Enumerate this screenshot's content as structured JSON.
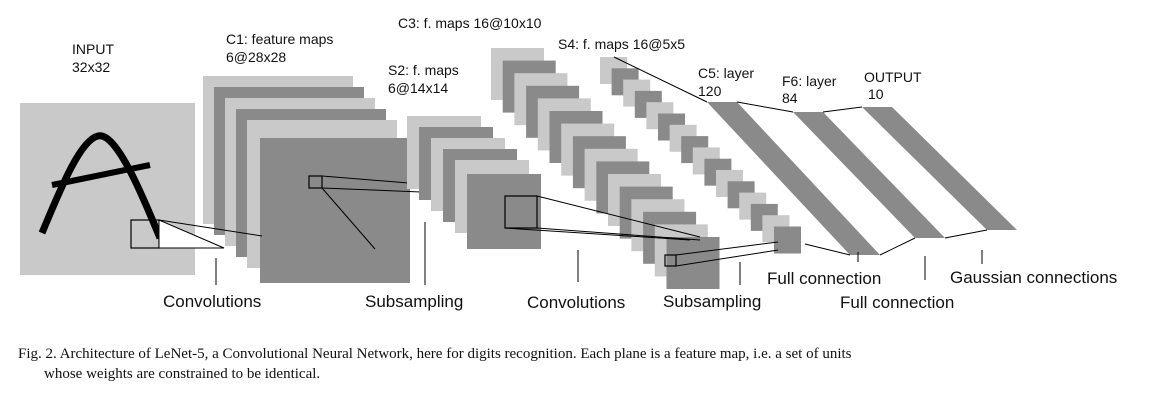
{
  "layers": {
    "input": {
      "name": "INPUT",
      "size": "32x32"
    },
    "c1": {
      "name": "C1: feature maps",
      "size": "6@28x28"
    },
    "s2": {
      "name": "S2: f. maps",
      "size": "6@14x14"
    },
    "c3": {
      "name": "C3: f. maps 16@10x10"
    },
    "s4": {
      "name": "S4: f. maps 16@5x5"
    },
    "c5": {
      "name": "C5: layer",
      "size": "120"
    },
    "f6": {
      "name": "F6: layer",
      "size": "84"
    },
    "output": {
      "name": "OUTPUT",
      "size": "10"
    }
  },
  "operations": {
    "op1": "Convolutions",
    "op2": "Subsampling",
    "op3": "Convolutions",
    "op4": "Subsampling",
    "op5": "Full connection",
    "op6": "Full connection",
    "op7": "Gaussian connections"
  },
  "caption": {
    "line1": "Fig. 2.   Architecture of LeNet-5, a Convolutional Neural Network, here for digits recognition. Each plane is a feature map, i.e. a set of units",
    "line2": "whose weights are constrained to be identical."
  },
  "colors": {
    "light": "#c9c9c9",
    "dark": "#8a8a8a",
    "ink": "#111111"
  }
}
